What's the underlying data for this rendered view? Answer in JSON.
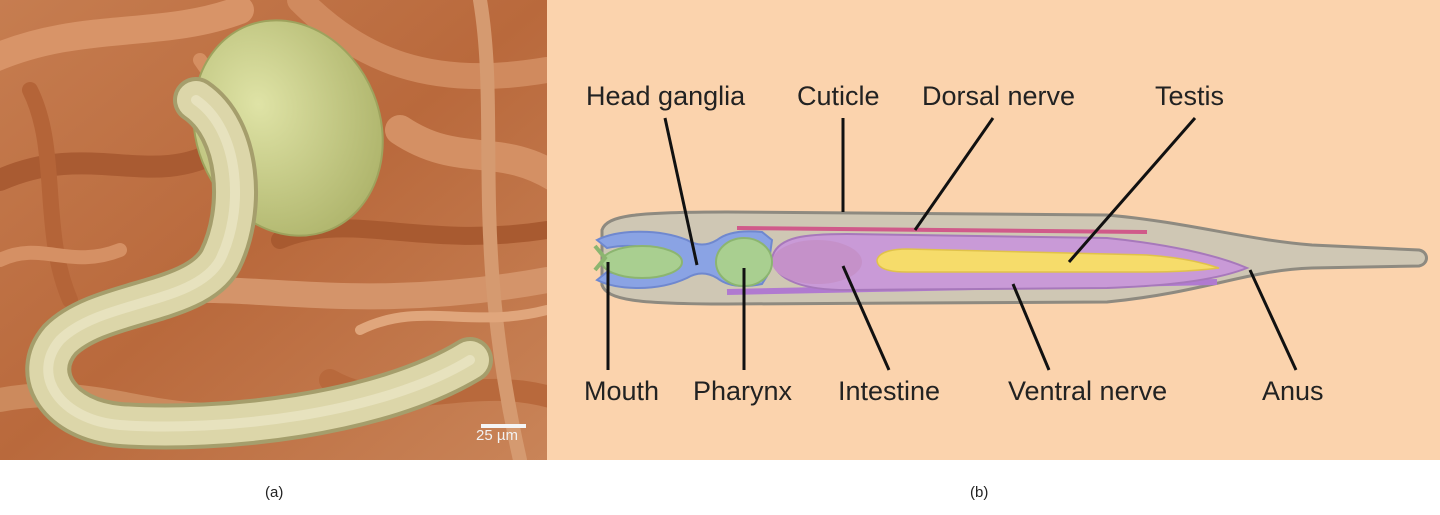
{
  "micrograph": {
    "scale_bar_label": "25 µm"
  },
  "diagram": {
    "labels": {
      "head_ganglia": "Head ganglia",
      "cuticle": "Cuticle",
      "dorsal_nerve": "Dorsal nerve",
      "testis": "Testis",
      "mouth": "Mouth",
      "pharynx": "Pharynx",
      "intestine": "Intestine",
      "ventral_nerve": "Ventral nerve",
      "anus": "Anus"
    }
  },
  "captions": {
    "a": "(a)",
    "b": "(b)"
  },
  "colors": {
    "micrograph_background": "#c8794a",
    "worm_body": "#d8d2a2",
    "egg": "#c9cf8a",
    "diagram_background": "#fbd3ad",
    "cuticle_fill": "#d2c9b5",
    "ganglia": "#7f9be0",
    "pharynx": "#a9cf90",
    "intestine": "#c99ad7",
    "testis": "#f6dc6a",
    "nerve": "#c8a3e0",
    "dorsal_nerve_line": "#d05a8a"
  }
}
